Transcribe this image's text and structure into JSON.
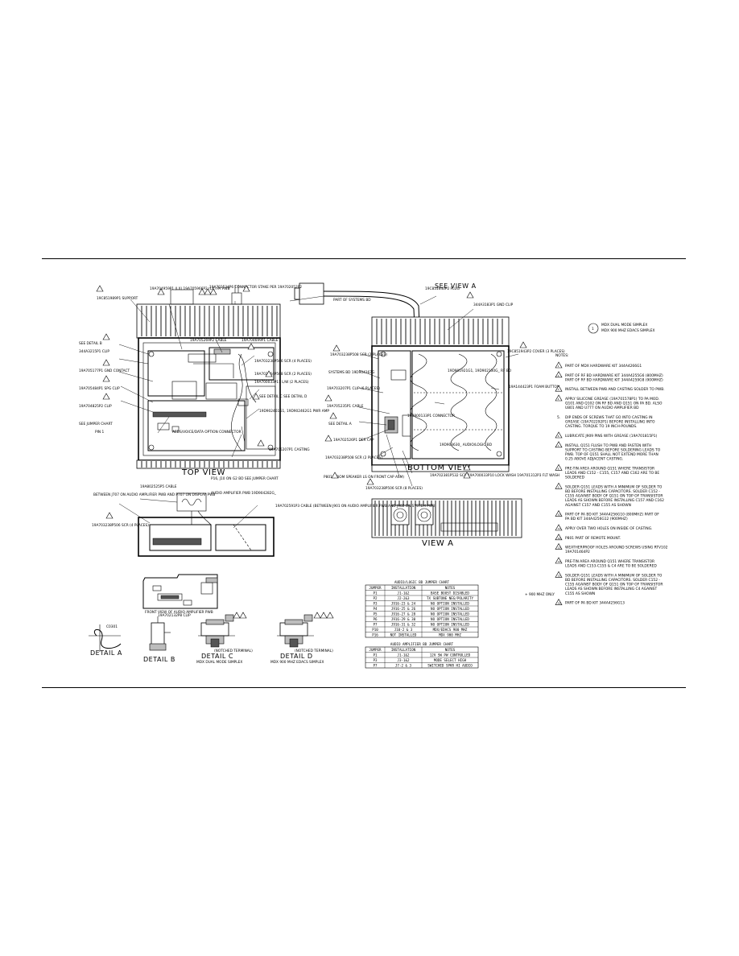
{
  "views": {
    "top_view": "TOP VIEW",
    "bottom_view": "BOTTOM VIEW",
    "view_a": "VIEW A",
    "see_view_a": "SEE VIEW A",
    "detail_a": "DETAIL A",
    "detail_b": "DETAIL B",
    "detail_c": "DETAIL C",
    "detail_c_sub": "MDX DUAL MODE SIMPLEX",
    "detail_d": "DETAIL D",
    "detail_d_sub": "MDX 900 MHZ EDACS SIMPLEX",
    "front_view_audio": "FRONT VIEW OF AUDIO AMPLIFIER PWB"
  },
  "callouts": {
    "support": "19C851989P1 SUPPORT",
    "cable_a": "19A704959P1 (LX) 19A705966P2 (LX) PA PWB",
    "connector": "19A702534P6 CONNECTOR STAKE PER 19A702052P2",
    "cable_b": "19A705269P2 CABLE",
    "cable_c": "19A704699P1 CABLE",
    "scr4": "19A703238P506 SCR (4 PLACES)",
    "scr2": "19A702364P508 SCR (2 PLACES)",
    "lw2": "19A700033P11 L/W (2 PLACES)",
    "detail_b_ref": "SEE DETAIL B",
    "clip": "344A3215P1 CLIP",
    "gnd_contact": "19A705177P1 GND CONTACT",
    "spg_clip": "19A705484P1 SPG CLIP",
    "clip_b": "19A704825P2 CLIP",
    "jumper_chart": "SEE JUMPER CHART",
    "pin1": "PIN 1",
    "option_connector": "AEDS/VOICE/DATA OPTION CONNECTOR",
    "see_detail_cd": "SEE DETAIL C SEE DETAIL D",
    "pwr_amp": "19D902461G1, 19D902462G1 PWR AMP",
    "casting": "19A705207P1 CASTING",
    "p16": "P16, J10 ON G2 BD SEE JUMPER CHART",
    "cable_p9": "19A802525P5 CABLE",
    "between_j707": "BETWEEN J707 ON AUDIO AMPLIFIER PWB AND P707 ON DISPLAY PWB",
    "audio_amp_pwb": "AUDIO AMPLIFIER PWB 19D904282G_",
    "cable_j901": "19A702591P3 CABLE (BETWEEN J901 ON AUDIO AMPLIFIER PWB AND J902 ON SYSTEM PWB)",
    "scr4b": "19A703238P506 SCR (4 PLACES)",
    "part_of_systems": "PART OF SYSTEMS BD",
    "plug": "19C851640P2 PLUG",
    "gnd_clip": "344A3183P1 GND CLIP",
    "cover": "19C851943P2 COVER (3 PLACES)",
    "scr2b": "19A703238P508 SCR (2 PLACES)",
    "systems_bd": "SYSTEMS BD 19D904167G",
    "clip6": "19A703207P1 CLIP (6 PLACES)",
    "rf_bd": "19D901921G1, 19D902130G_ RF BD",
    "foam_button": "19A144423P1 FOAM BUTTON",
    "cable_d": "19A705235P1 CABLE",
    "connector_b": "19B800133P1 CONNECTOR",
    "see_detail_a": "SEE DETAIL A",
    "der_cap": "19A702526P1 DER CAP",
    "audio_logic": "19D903630_ AUDIO/LOGIC BD",
    "scr2c": "19A703238P508 SCR (2 PLACES)",
    "pbn": "P801 (FROM SPEAKER LS ON FRONT CAP ASM)",
    "scr8": "19A703238P506 SCR (8 PLACES)",
    "lock_wash": "19A702381P532 SCR 19A700033P10 LOCK WASH 19A701312P3 FLT WASH",
    "mhz_only": "+ 900 MHZ ONLY",
    "c0301": "C0301",
    "clip_e": "19A702132P8 CLIP",
    "notched": "(NOTCHED TERMINAL)"
  },
  "legend": {
    "number": "1",
    "line1": "MDX DUAL MODE SIMPLEX",
    "line2": "MDX 900 MHZ EDACS SIMPLEX"
  },
  "notes_title": "NOTES:",
  "notes": [
    "PART OF MDX HARDWARE KIT 344A4266G1",
    "PART OF RF BD HARDWARE KIT 344A4255G6 (800MHZ) PART OF RF BD HARDWARE KIT 344A4259G8 (900MHZ)",
    "INSTALL BETWEEN PWB AND CASTING SOLDER TO PWB.",
    "APPLY SILICONE GREASE (19A701578P1) TO PA MOD. Q101 AND Q102 ON RF BD AND Q151 ON PA BD. ALSO U801 AND U777 ON AUDIO AMPLIFIER BD",
    "DIP ENDS OF SCREWS THAT GO INTO CASTING IN GREASE (19A702292P1) BEFORE INSTALLING INTO CASTING. TORQUE TO 19 INCH-POUNDS.",
    "LUBRICATE J909 PINS WITH GREASE (19A701815P1)",
    "INSTALL Q151 FLUSH TO PWB AND FASTEN WITH SUPPORT TO CASTING BEFORE SOLDERING LEADS TO PWB. TOP OF Q151 SHALL NOT EXTEND MORE THAN 0.25 ABOVE ADJACENT CASTING.",
    "PRE-TIN AREA AROUND Q151 WHERE TRANSISTOR LEADS AND C152 - C155, C157 AND C162 ARE TO BE SOLDERED",
    "SOLDER Q151 LEADS WITH A MINIMUM OF SOLDER TO BD BEFORE INSTALLING CAPACITORS. SOLDER C152 - C155 AGAINST BODY OF Q151 ON TOP OF TRANSISTOR LEADS AS SHOWN BEFORE INSTALLING C157 AND C162 AGAINST C157 AND C155 AS SHOWN",
    "PART OF PA BD KIT 344A4256G10 (800MHZ) PART OF PA BD KIT 344A4256G12 (900MHZ)",
    "APPLY OVER TWO HOLES ON INSIDE OF CASTING.",
    "P801 PART OF REMOTE MOUNT.",
    "WEATHERPROOF HOLES AROUND SCREWS USING RTV102 19A701464P2",
    "PRE-TIN AREA AROUND Q151 WHERE TRANSISTOR LEADS AND C153-C155 & C4 ARE TO BE SOLDERED",
    "SOLDER Q151 LEADS WITH A MINIMUM OF SOLDER TO BD BEFORE INSTALLING CAPACITORS. SOLDER C152 - C155 AGAINST BODY OF Q151 ON TOP OF TRANSISTOR LEADS AS SHOWN BEFORE INSTALLING C4 AGAINST C155 AS SHOWN",
    "PART OF PA BD KIT 344A4256G13"
  ],
  "note_labels": [
    "1",
    "2",
    "3",
    "4",
    "5.",
    "6",
    "7",
    "8",
    "9",
    "10",
    "11",
    "12",
    "13",
    "14",
    "15",
    "16"
  ],
  "jumper_chart": {
    "title": "AUDIO/LOGIC BD JUMPER CHART",
    "headers": [
      "JUMPER",
      "INSTALLATION",
      "NOTES"
    ],
    "rows": [
      [
        "P1",
        "J1-1&2",
        "BASE BOOST DISABLED"
      ],
      [
        "P2",
        "J2-2&3",
        "TX SUBTONE NEG/POLARITY"
      ],
      [
        "P3",
        "J916-23 & 24",
        "NO OPTION INSTALLED"
      ],
      [
        "P4",
        "J916-25 & 26",
        "NO OPTION INSTALLED"
      ],
      [
        "P5",
        "J916-27 & 28",
        "NO OPTION INSTALLED"
      ],
      [
        "P6",
        "J916-29 & 30",
        "NO OPTION INSTALLED"
      ],
      [
        "P7",
        "J916-31 & 32",
        "NO OPTION INSTALLED"
      ],
      [
        "P10",
        "J10-2 & 3",
        "MDX/EDACS 900 MHZ"
      ],
      [
        "P16",
        "NOT INSTALLED",
        "MDX 900 MHZ"
      ]
    ]
  },
  "amp_chart": {
    "title": "AUDIO AMPLIFIER BD JUMPER CHART",
    "headers": [
      "JUMPER",
      "INSTALLATION",
      "NOTES"
    ],
    "rows": [
      [
        "P1",
        "J1-1&2",
        "12V SW PW CONTROLLED"
      ],
      [
        "P3",
        "J3-1&2",
        "MODE SELECT HIGH"
      ],
      [
        "P7",
        "J7-2 & 3",
        "SWITCHED SPKR HI AUDIO"
      ]
    ]
  }
}
